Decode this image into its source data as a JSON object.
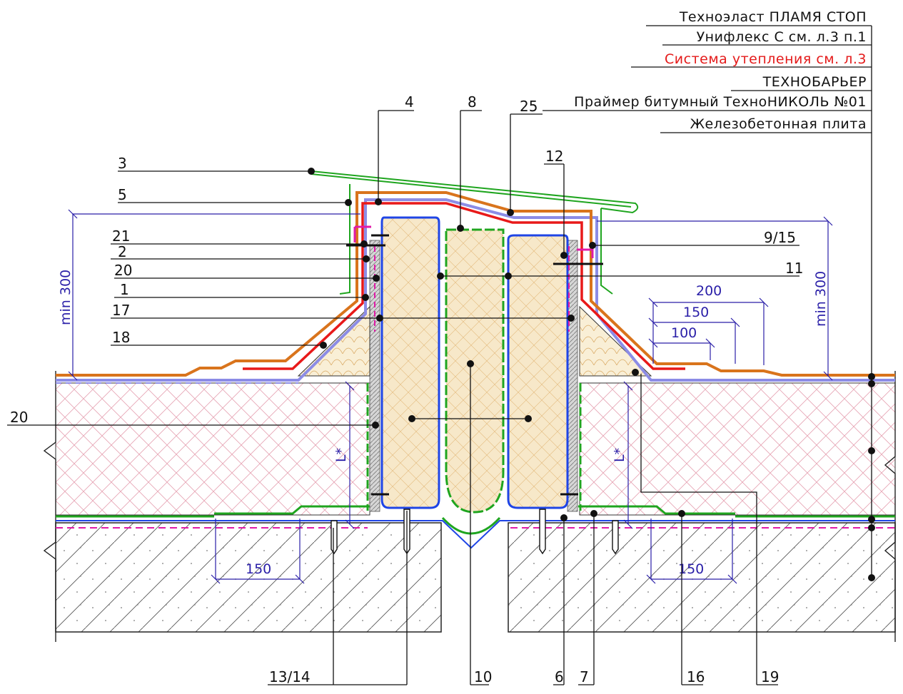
{
  "legend": {
    "items": [
      {
        "text": "Техноэласт ПЛАМЯ СТОП",
        "color": "#111111"
      },
      {
        "text": "Унифлекс С см. л.3 п.1",
        "color": "#111111"
      },
      {
        "text": "Система утепления см. л.3",
        "color": "#e41a1a"
      },
      {
        "text": "ТЕХНОБАРЬЕР",
        "color": "#111111"
      },
      {
        "text": "Праймер битумный ТехноНИКОЛЬ №01",
        "color": "#111111"
      },
      {
        "text": "Железобетонная плита",
        "color": "#111111"
      }
    ]
  },
  "callouts": {
    "c1": "1",
    "c2": "2",
    "c3": "3",
    "c4": "4",
    "c5": "5",
    "c6": "6",
    "c7": "7",
    "c8": "8",
    "c9_15": "9/15",
    "c10": "10",
    "c11": "11",
    "c12": "12",
    "c13_14": "13/14",
    "c16": "16",
    "c17": "17",
    "c18": "18",
    "c19": "19",
    "c20a": "20",
    "c20b": "20",
    "c21": "21",
    "c25": "25"
  },
  "dimensions": {
    "min300_left": "min 300",
    "min300_right": "min 300",
    "d200": "200",
    "d150_top": "150",
    "d100": "100",
    "l_left": "L*",
    "l_right": "L*",
    "d150_bottom_left": "150",
    "d150_bottom_right": "150"
  },
  "colors": {
    "orange": "#d9741c",
    "lavender": "#8c8ce6",
    "red": "#e81919",
    "green": "#1fa51f",
    "blue": "#1f45e6",
    "magenta": "#e01aa8",
    "insulation": "#f7e8c9",
    "hatch": "#e6a3b3",
    "concrete": "#666666",
    "dimension": "#2a1fa8"
  }
}
